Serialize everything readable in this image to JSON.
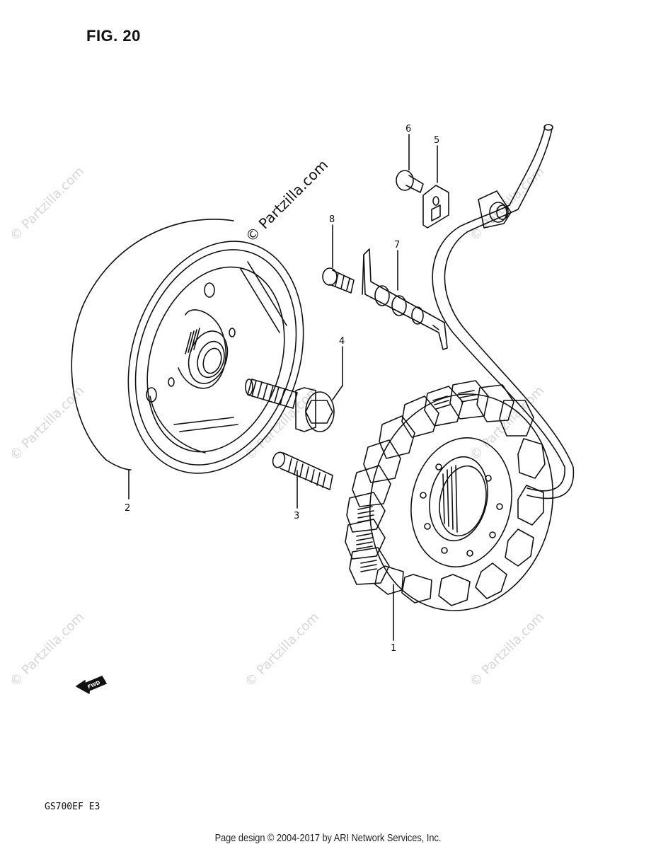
{
  "figure": {
    "title": "FIG. 20"
  },
  "model": {
    "code": "GS700EF E3"
  },
  "footer": {
    "text": "Page design © 2004-2017 by ARI Network Services, Inc."
  },
  "watermark": {
    "main": "© Partzilla.com",
    "repeat": "© Partzilla.com"
  },
  "direction_arrow": {
    "label": "FWD"
  },
  "callouts": [
    "1",
    "2",
    "3",
    "4",
    "5",
    "6",
    "7",
    "8"
  ],
  "parts": [
    {
      "ref": "1",
      "name": "stator-coil"
    },
    {
      "ref": "2",
      "name": "rotor-flywheel"
    },
    {
      "ref": "3",
      "name": "screw"
    },
    {
      "ref": "4",
      "name": "rotor-bolt"
    },
    {
      "ref": "5",
      "name": "wire-clamp"
    },
    {
      "ref": "6",
      "name": "clamp-screw"
    },
    {
      "ref": "7",
      "name": "lead-wire-guide-plate"
    },
    {
      "ref": "8",
      "name": "guide-screw"
    }
  ]
}
